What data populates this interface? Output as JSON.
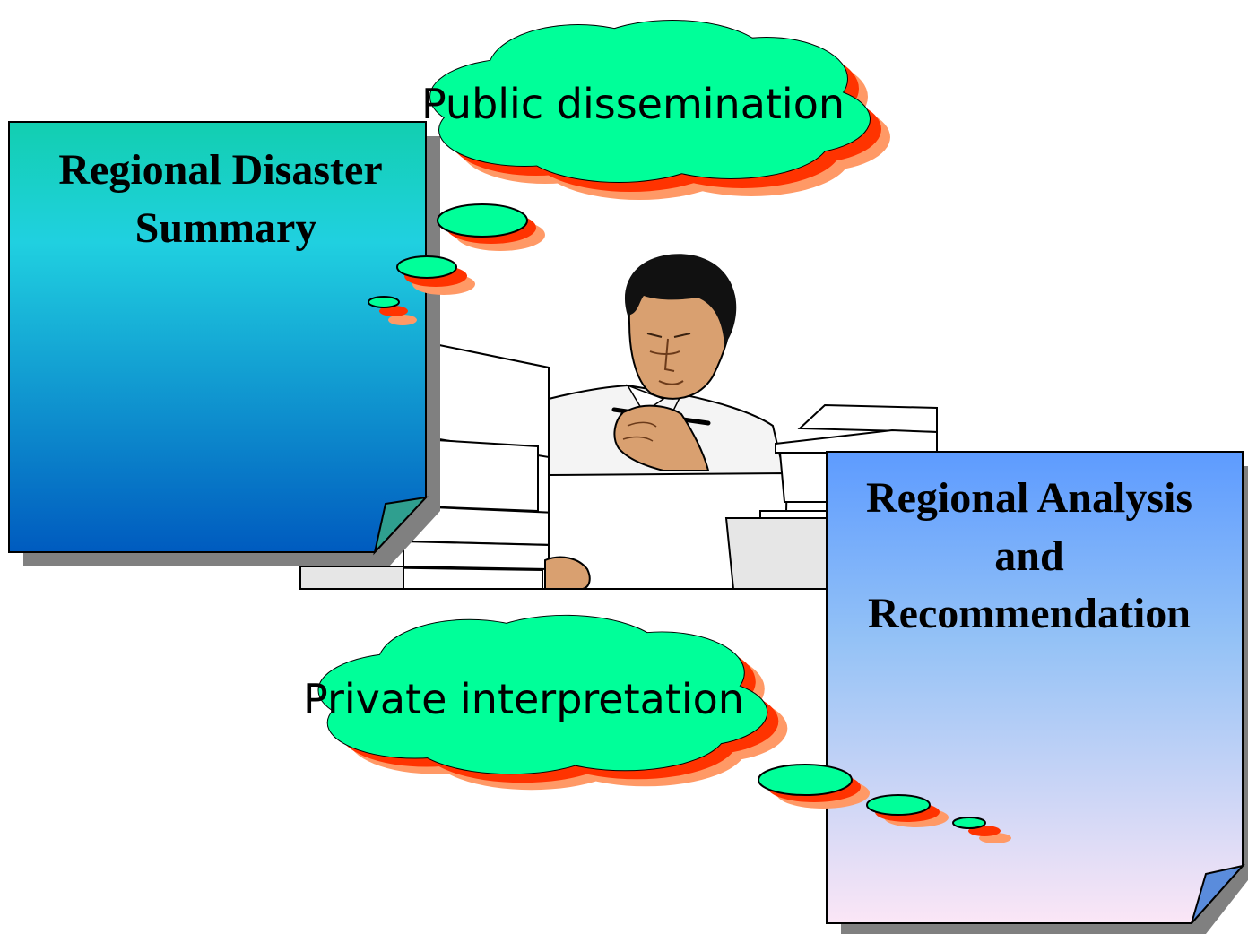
{
  "colors": {
    "cloud_fill": "#00ff99",
    "cloud_shadow": "#ff3300",
    "cloud_shadow_2": "#ff9966",
    "note_left_top": "#00d9c8",
    "note_left_bottom": "#0060c8",
    "note_right_top": "#5599ff",
    "note_right_bottom": "#fce8f8",
    "paper": "#ffffff",
    "paper_shade": "#e6e6e6",
    "skin": "#d9a070",
    "hair": "#111111"
  },
  "notes": {
    "summary": {
      "line1": "Regional Disaster",
      "line2": "Summary"
    },
    "analysis": {
      "line1": "Regional Analysis",
      "line2": "and",
      "line3": "Recommendation"
    }
  },
  "clouds": {
    "public": "Public dissemination",
    "private": "Private interpretation"
  },
  "illustration": {
    "subject": "man-reading-papers-clipart",
    "icon": "person-icon"
  }
}
